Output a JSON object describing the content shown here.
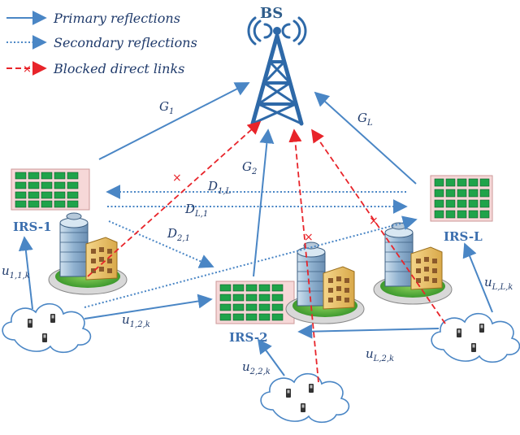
{
  "legend": {
    "primary": "Primary reflections",
    "secondary": "Secondary reflections",
    "blocked": "Blocked direct links"
  },
  "bs": {
    "label": "BS"
  },
  "irs": {
    "irs1": "IRS-1",
    "irs2": "IRS-2",
    "irsL": "IRS-L"
  },
  "links": {
    "g1": "G",
    "g1_sub": "1",
    "g2": "G",
    "g2_sub": "2",
    "gL": "G",
    "gL_sub": "L",
    "d1L": "D",
    "d1L_sub": "1,L",
    "dL1": "D",
    "dL1_sub": "L,1",
    "d21": "D",
    "d21_sub": "2,1",
    "u11k": "u",
    "u11k_sub": "1,1,k",
    "u12k": "u",
    "u12k_sub": "1,2,k",
    "u22k": "u",
    "u22k_sub": "2,2,k",
    "uL2k": "u",
    "uL2k_sub": "L,2,k",
    "uLLk": "u",
    "uLLk_sub": "L,L,k"
  },
  "colors": {
    "primary": "#4a86c5",
    "secondary": "#4a86c5",
    "blocked": "#e8242a",
    "irs_panel": "#f6d8d8",
    "irs_cell": "#1fa34a",
    "tower": "#2e69a8"
  }
}
